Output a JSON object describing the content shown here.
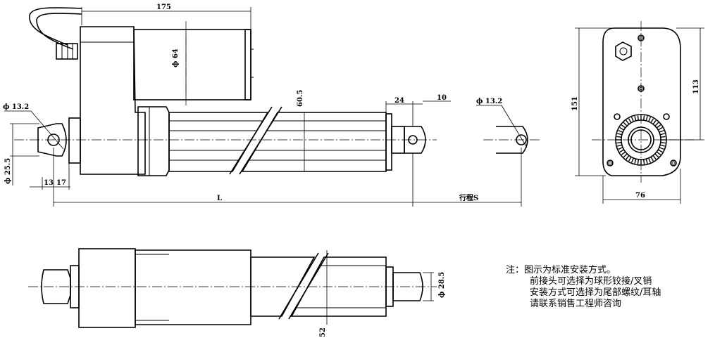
{
  "dimensions": {
    "overall_length_top": "175",
    "motor_diameter": "ϕ 64",
    "tube_height": "60.5",
    "front_clevis_len": "24",
    "front_clevis_tip": "10",
    "rear_hole_diameter": "ϕ 13.2",
    "front_hole_diameter": "ϕ 13.2",
    "rear_clevis_height": "ϕ 25.5",
    "rear_offset_a": "13",
    "rear_offset_b": "17",
    "retracted_length": "L",
    "stroke": "行程S",
    "end_view_height_total": "151",
    "end_view_height_upper": "113",
    "end_view_width": "76",
    "rod_diameter": "ϕ 28.5",
    "bottom_view_height": "52"
  },
  "note": {
    "title": "注：图示为标准安装方式。",
    "lines": [
      "前接头可选择为球形铰接/叉销",
      "安装方式可选择为尾部螺纹/耳轴",
      "请联系销售工程师咨询"
    ]
  }
}
